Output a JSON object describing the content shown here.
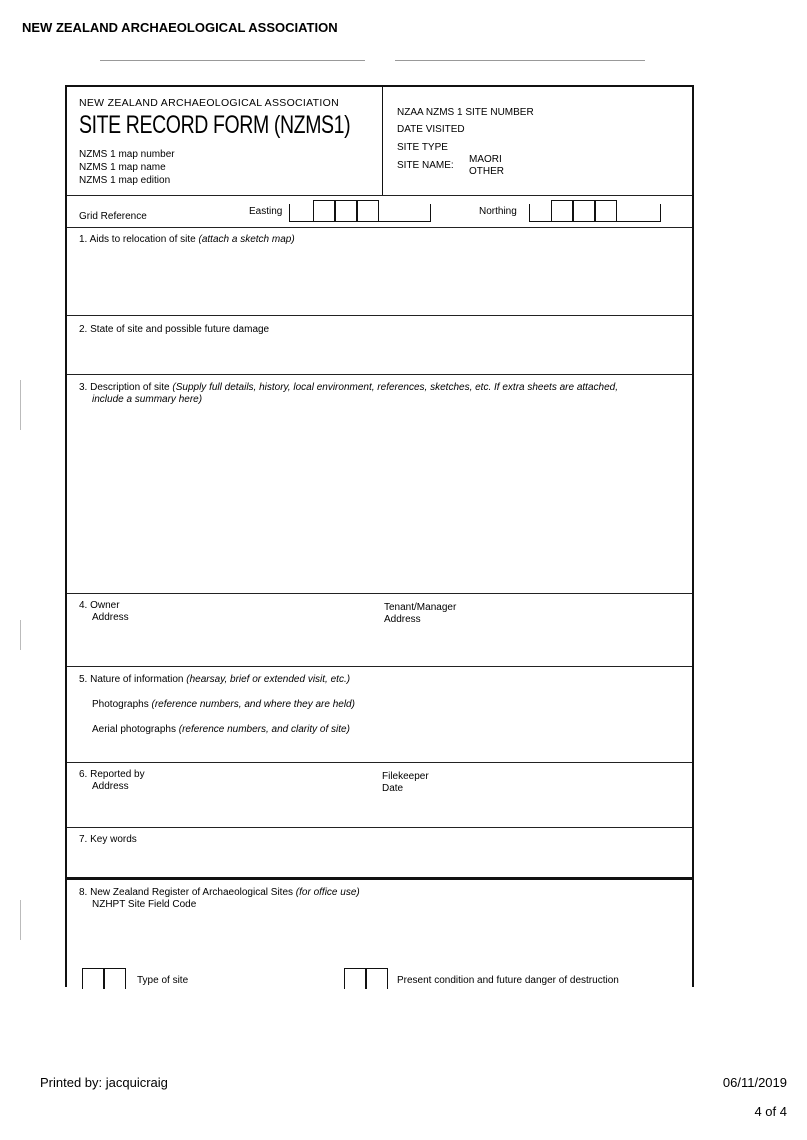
{
  "page_header": "NEW ZEALAND ARCHAEOLOGICAL ASSOCIATION",
  "form": {
    "association": "NEW ZEALAND ARCHAEOLOGICAL ASSOCIATION",
    "title": "SITE RECORD FORM (NZMS1)",
    "map_number": "NZMS  1 map number",
    "map_name": "NZMS  1 map name",
    "map_edition": "NZMS  1 map edition",
    "site_number": "NZAA NZMS 1 SITE NUMBER",
    "date_visited": "DATE VISITED",
    "site_type": "SITE TYPE",
    "site_name": "SITE NAME:",
    "maori": "MAORI",
    "other": "OTHER",
    "grid_reference": "Grid Reference",
    "easting": "Easting",
    "northing": "Northing",
    "s1": "1. Aids to relocation of site",
    "s1_note": "(attach a sketch map)",
    "s2": "2. State of site and possible future damage",
    "s3": "3. Description of site",
    "s3_note": "(Supply full details, history, local environment, references, sketches, etc. If extra sheets are attached,",
    "s3_note2": "include a summary here)",
    "s4_owner": "4. Owner",
    "s4_address": "Address",
    "s4_tenant": "Tenant/Manager",
    "s4_tenant_address": "Address",
    "s5": "5. Nature of information",
    "s5_note": "(hearsay, brief or extended visit, etc.)",
    "s5_photos": "Photographs",
    "s5_photos_note": "(reference numbers, and where they are held)",
    "s5_aerial": "Aerial photographs",
    "s5_aerial_note": "(reference numbers, and clarity of site)",
    "s6_reported": "6. Reported by",
    "s6_address": "Address",
    "s6_filekeeper": "Filekeeper",
    "s6_date": "Date",
    "s7": "7. Key words",
    "s8": "8. New Zealand Register of Archaeological Sites",
    "s8_note": "(for office use)",
    "s8_code": "NZHPT Site Field Code",
    "s8_type": "Type of site",
    "s8_condition": "Present condition and future danger of destruction"
  },
  "footer": {
    "printed_by": "Printed by: jacquicraig",
    "date": "06/11/2019",
    "page": "4 of 4"
  }
}
